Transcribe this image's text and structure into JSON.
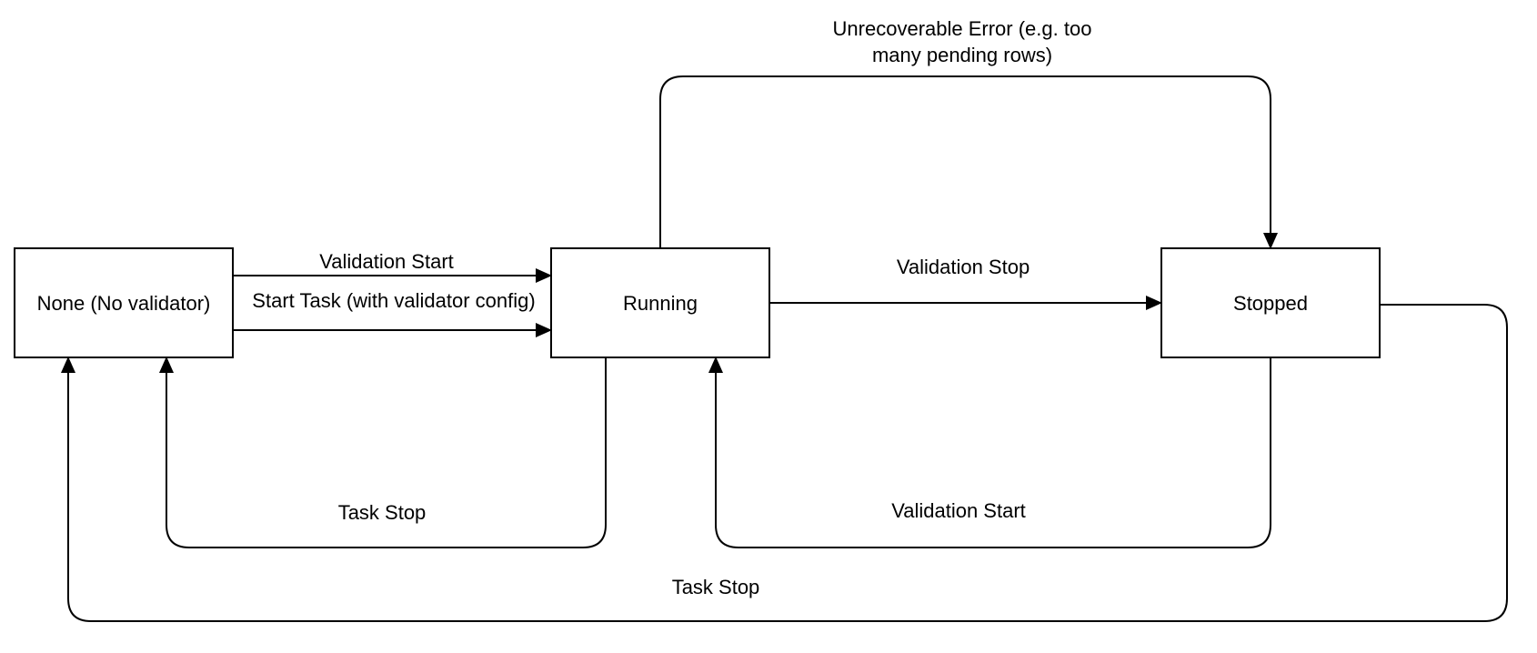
{
  "diagram": {
    "type": "state-machine",
    "colors": {
      "background": "#ffffff",
      "box_fill": "#ffffff",
      "stroke": "#000000",
      "text": "#000000"
    },
    "states": [
      {
        "id": "none",
        "label": "None (No validator)"
      },
      {
        "id": "running",
        "label": "Running"
      },
      {
        "id": "stopped",
        "label": "Stopped"
      }
    ],
    "transitions": [
      {
        "from": "none",
        "to": "running",
        "label": "Validation Start"
      },
      {
        "from": "none",
        "to": "running",
        "label": "Start Task (with validator config)"
      },
      {
        "from": "running",
        "to": "stopped",
        "label": "Validation Stop"
      },
      {
        "from": "running",
        "to": "stopped",
        "label_line1": "Unrecoverable Error (e.g. too",
        "label_line2": "many pending rows)"
      },
      {
        "from": "running",
        "to": "none",
        "label": "Task Stop"
      },
      {
        "from": "stopped",
        "to": "running",
        "label": "Validation Start"
      },
      {
        "from": "stopped",
        "to": "none",
        "label": "Task Stop"
      }
    ]
  }
}
